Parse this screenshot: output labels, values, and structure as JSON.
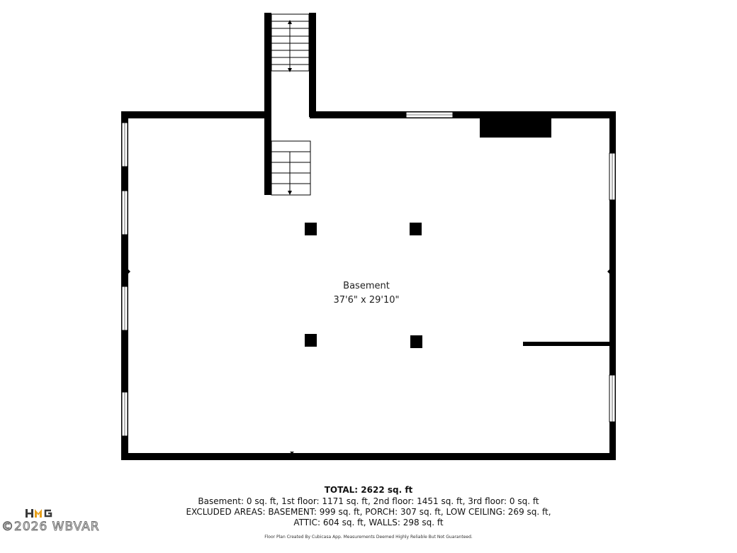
{
  "room": {
    "name": "Basement",
    "dimensions": "37'6\" x 29'10\""
  },
  "summary": {
    "total": "TOTAL: 2622 sq. ft",
    "floors": "Basement: 0 sq. ft, 1st floor: 1171 sq. ft, 2nd floor: 1451 sq. ft, 3rd floor: 0 sq. ft",
    "excluded": "EXCLUDED AREAS: BASEMENT: 999 sq. ft, PORCH: 307 sq. ft, LOW CEILING: 269 sq. ft,",
    "attic": "ATTIC: 604 sq. ft, WALLS: 298 sq. ft"
  },
  "credit": "Floor Plan Created By Cubicasa App. Measurements Deemed Highly Reliable But Not Guaranteed.",
  "watermark": {
    "logo_text": "HMG",
    "text": "©2026 WBVAR"
  },
  "colors": {
    "wall": "#000000",
    "window": "#ffffff",
    "background": "#ffffff",
    "logo_accent": "#e8a01a"
  }
}
